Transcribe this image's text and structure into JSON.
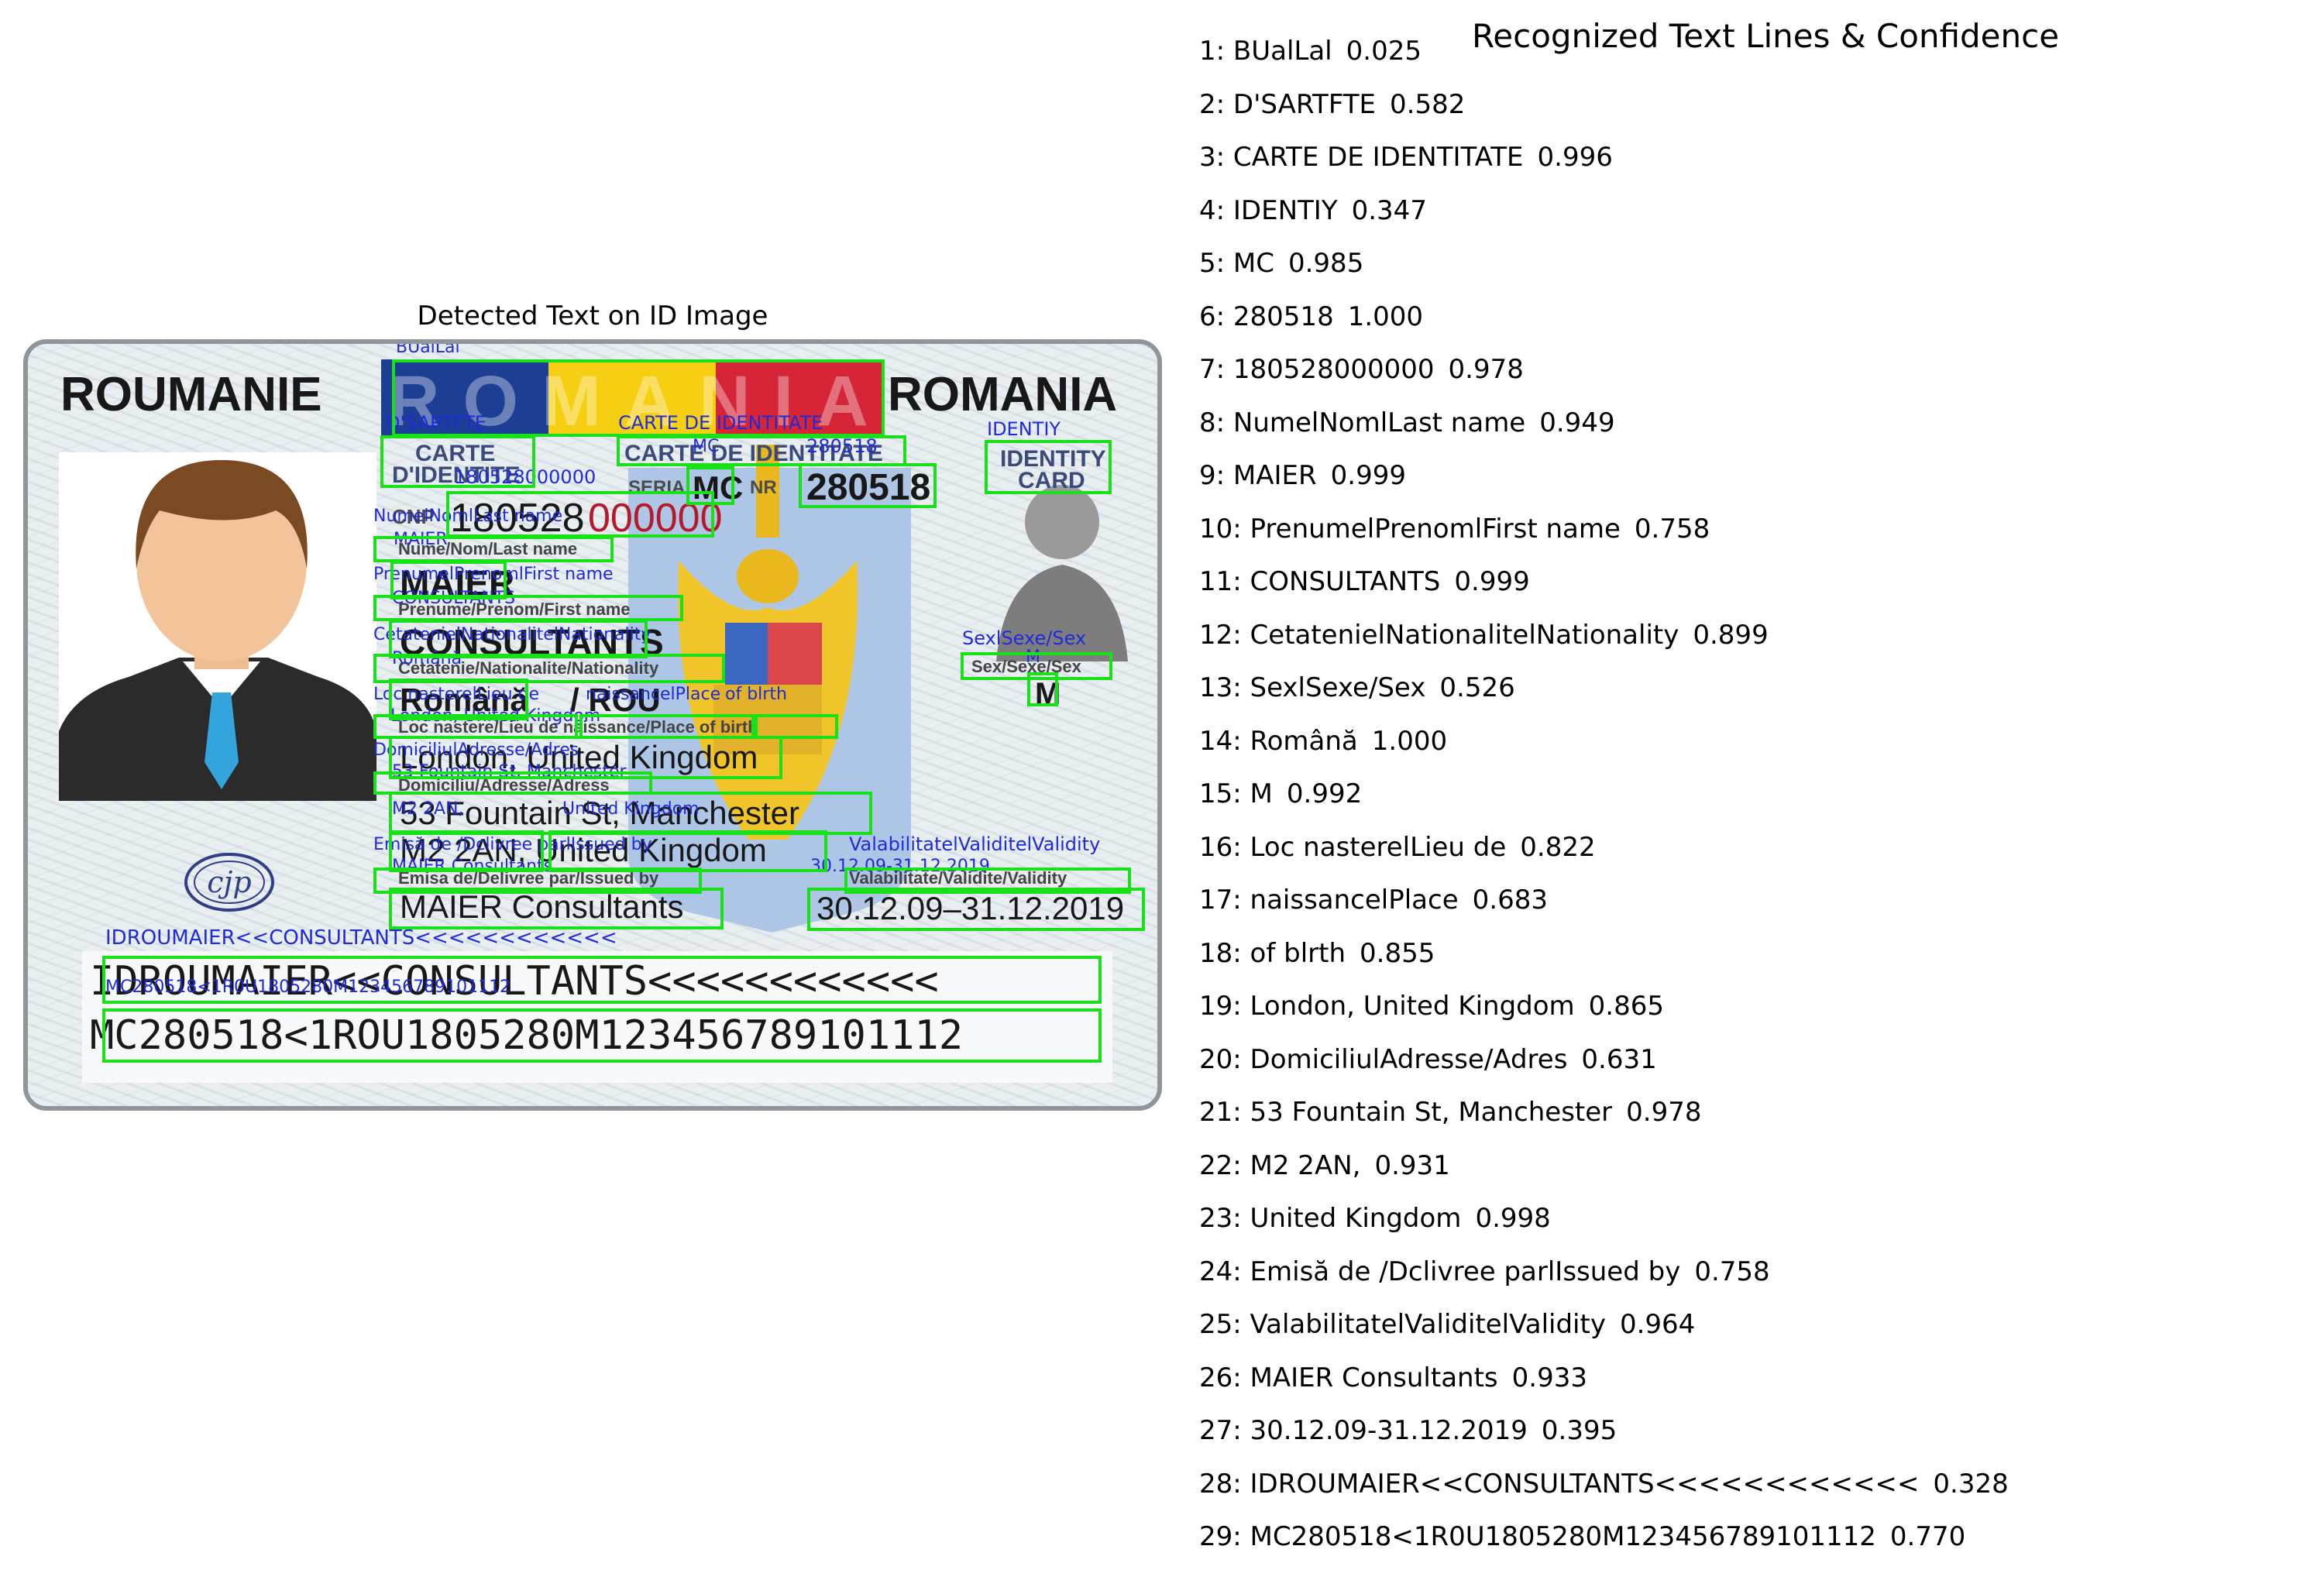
{
  "left_panel": {
    "title": "Detected Text on ID Image"
  },
  "right_panel": {
    "title": "Recognized Text Lines & Confidence",
    "lines": [
      {
        "n": "1",
        "text": "BUalLal",
        "confidence": "0.025"
      },
      {
        "n": "2",
        "text": "D'SARTFTE",
        "confidence": "0.582"
      },
      {
        "n": "3",
        "text": "CARTE DE IDENTITATE",
        "confidence": "0.996"
      },
      {
        "n": "4",
        "text": "IDENTIY",
        "confidence": "0.347"
      },
      {
        "n": "5",
        "text": "MC",
        "confidence": "0.985"
      },
      {
        "n": "6",
        "text": "280518",
        "confidence": "1.000"
      },
      {
        "n": "7",
        "text": "180528000000",
        "confidence": "0.978"
      },
      {
        "n": "8",
        "text": "NumelNomlLast name",
        "confidence": "0.949"
      },
      {
        "n": "9",
        "text": "MAIER",
        "confidence": "0.999"
      },
      {
        "n": "10",
        "text": "PrenumelPrenomlFirst name",
        "confidence": "0.758"
      },
      {
        "n": "11",
        "text": "CONSULTANTS",
        "confidence": "0.999"
      },
      {
        "n": "12",
        "text": "CetatenielNationalitelNationality",
        "confidence": "0.899"
      },
      {
        "n": "13",
        "text": "SexlSexe/Sex",
        "confidence": "0.526"
      },
      {
        "n": "14",
        "text": "Română",
        "confidence": "1.000"
      },
      {
        "n": "15",
        "text": "M",
        "confidence": "0.992"
      },
      {
        "n": "16",
        "text": "Loc nasterelLieu de",
        "confidence": "0.822"
      },
      {
        "n": "17",
        "text": "naissancelPlace",
        "confidence": "0.683"
      },
      {
        "n": "18",
        "text": "of blrth",
        "confidence": "0.855"
      },
      {
        "n": "19",
        "text": "London, United Kingdom",
        "confidence": "0.865"
      },
      {
        "n": "20",
        "text": "DomiciliulAdresse/Adres",
        "confidence": "0.631"
      },
      {
        "n": "21",
        "text": "53 Fountain St, Manchester",
        "confidence": "0.978"
      },
      {
        "n": "22",
        "text": "M2 2AN,",
        "confidence": "0.931"
      },
      {
        "n": "23",
        "text": "United Kingdom",
        "confidence": "0.998"
      },
      {
        "n": "24",
        "text": "Emisă de /Dclivree parlIssued by",
        "confidence": "0.758"
      },
      {
        "n": "25",
        "text": "ValabilitatelValiditelValidity",
        "confidence": "0.964"
      },
      {
        "n": "26",
        "text": "MAIER Consultants",
        "confidence": "0.933"
      },
      {
        "n": "27",
        "text": "30.12.09-31.12.2019",
        "confidence": "0.395"
      },
      {
        "n": "28",
        "text": "IDROUMAIER<<CONSULTANTS<<<<<<<<<<<<",
        "confidence": "0.328"
      },
      {
        "n": "29",
        "text": "MC280518<1R0U1805280M123456789101112",
        "confidence": "0.770"
      }
    ]
  },
  "id_card": {
    "country_fr": "ROUMANIE",
    "country_ro": "ROMANIA",
    "country_en": "ROMANIA",
    "title_fr_1": "CARTE",
    "title_fr_2": "D'IDENTITE",
    "title_ro": "CARTE DE IDENTITATE",
    "title_en_1": "IDENTITY",
    "title_en_2": "CARD",
    "seria_label": "SERIA",
    "series": "MC",
    "nr_label": "NR",
    "number": "280518",
    "cnp_label": "CNP",
    "cnp_black": "180528",
    "cnp_red": "000000",
    "last_name_label": "Nume/Nom/Last name",
    "last_name": "MAIER",
    "first_name_label": "Prenume/Prenom/First name",
    "first_name": "CONSULTANTS",
    "nationality_label": "Cetatenie/Nationalite/Nationality",
    "nationality": "Română",
    "nationality_code": "/ ROU",
    "sex_label": "Sex/Sexe/Sex",
    "sex": "M",
    "birthplace_label": "Loc nastere/Lieu de naissance/Place of birth",
    "birthplace": "London, United Kingdom",
    "address_label": "Domiciliu/Adresse/Adress",
    "address_1": "53 Fountain St, Manchester",
    "address_2": "M2 2AN, United Kingdom",
    "issued_label": "Emisa de/Delivree par/Issued by",
    "issued_by": "MAIER Consultants",
    "validity_label": "Valabilitate/Validite/Validity",
    "validity": "30.12.09–31.12.2019",
    "mrz_1": "IDROUMAIER<<CONSULTANTS<<<<<<<<<<<<",
    "mrz_2": "MC280518<1ROU1805280M123456789101112",
    "stamp": "cjp"
  },
  "overlay_text": {
    "t1": "BUalLal",
    "t2": "D'SARTFTE",
    "t3": "CARTE DE IDENTITATE",
    "t4": "IDENTIY",
    "t5": "MC",
    "t6": "280518",
    "t7": "180528000000",
    "t8": "NumelNomlLast name",
    "t9": "MAIER",
    "t10": "PrenumelPrenomlFirst name",
    "t11": "CONSULTANTS",
    "t12": "CetatenielNationalitelNationality",
    "t13": "SexlSexe/Sex",
    "t14": "Română",
    "t15": "M",
    "t16": "Loc nasterelLieu de",
    "t17": "naissancelPlace",
    "t18": "of blrth",
    "t19": "London, United Kingdom",
    "t20": "DomiciliulAdresse/Adres",
    "t21": "53 Fountain St, Manchester",
    "t22": "M2 2AN,",
    "t23": "United Kingdom",
    "t24": "Emisă de /Dclivree parlIssued by",
    "t25": "ValabilitatelValiditelValidity",
    "t26": "MAIER Consultants",
    "t27": "30.12.09-31.12.2019",
    "t28": "IDROUMAIER<<CONSULTANTS<<<<<<<<<<<<",
    "t29": "MC280518<1R0U1805280M123456789101112"
  },
  "colors": {
    "detection_box": "#19e019",
    "overlay_text": "#1f2bd9",
    "flag_blue": "#1c3f94",
    "flag_yellow": "#f6cf13",
    "flag_red": "#d52537"
  }
}
